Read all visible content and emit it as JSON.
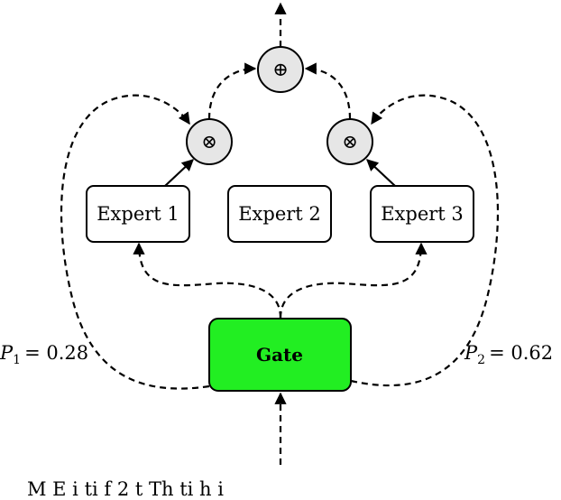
{
  "diagram": {
    "experts": [
      {
        "label": "Expert 1"
      },
      {
        "label": "Expert 2"
      },
      {
        "label": "Expert 3"
      }
    ],
    "gate": {
      "label": "Gate",
      "color": "#22ee22"
    },
    "multiply_symbol": "⊗",
    "sum_symbol": "⊕",
    "probabilities": [
      {
        "var": "P",
        "sub": "1",
        "value": "= 0.28"
      },
      {
        "var": "P",
        "sub": "2",
        "value": "= 0.62"
      }
    ]
  },
  "caption": {
    "text": "M E      i ti    f 2     t   Th      ti       h  i"
  }
}
